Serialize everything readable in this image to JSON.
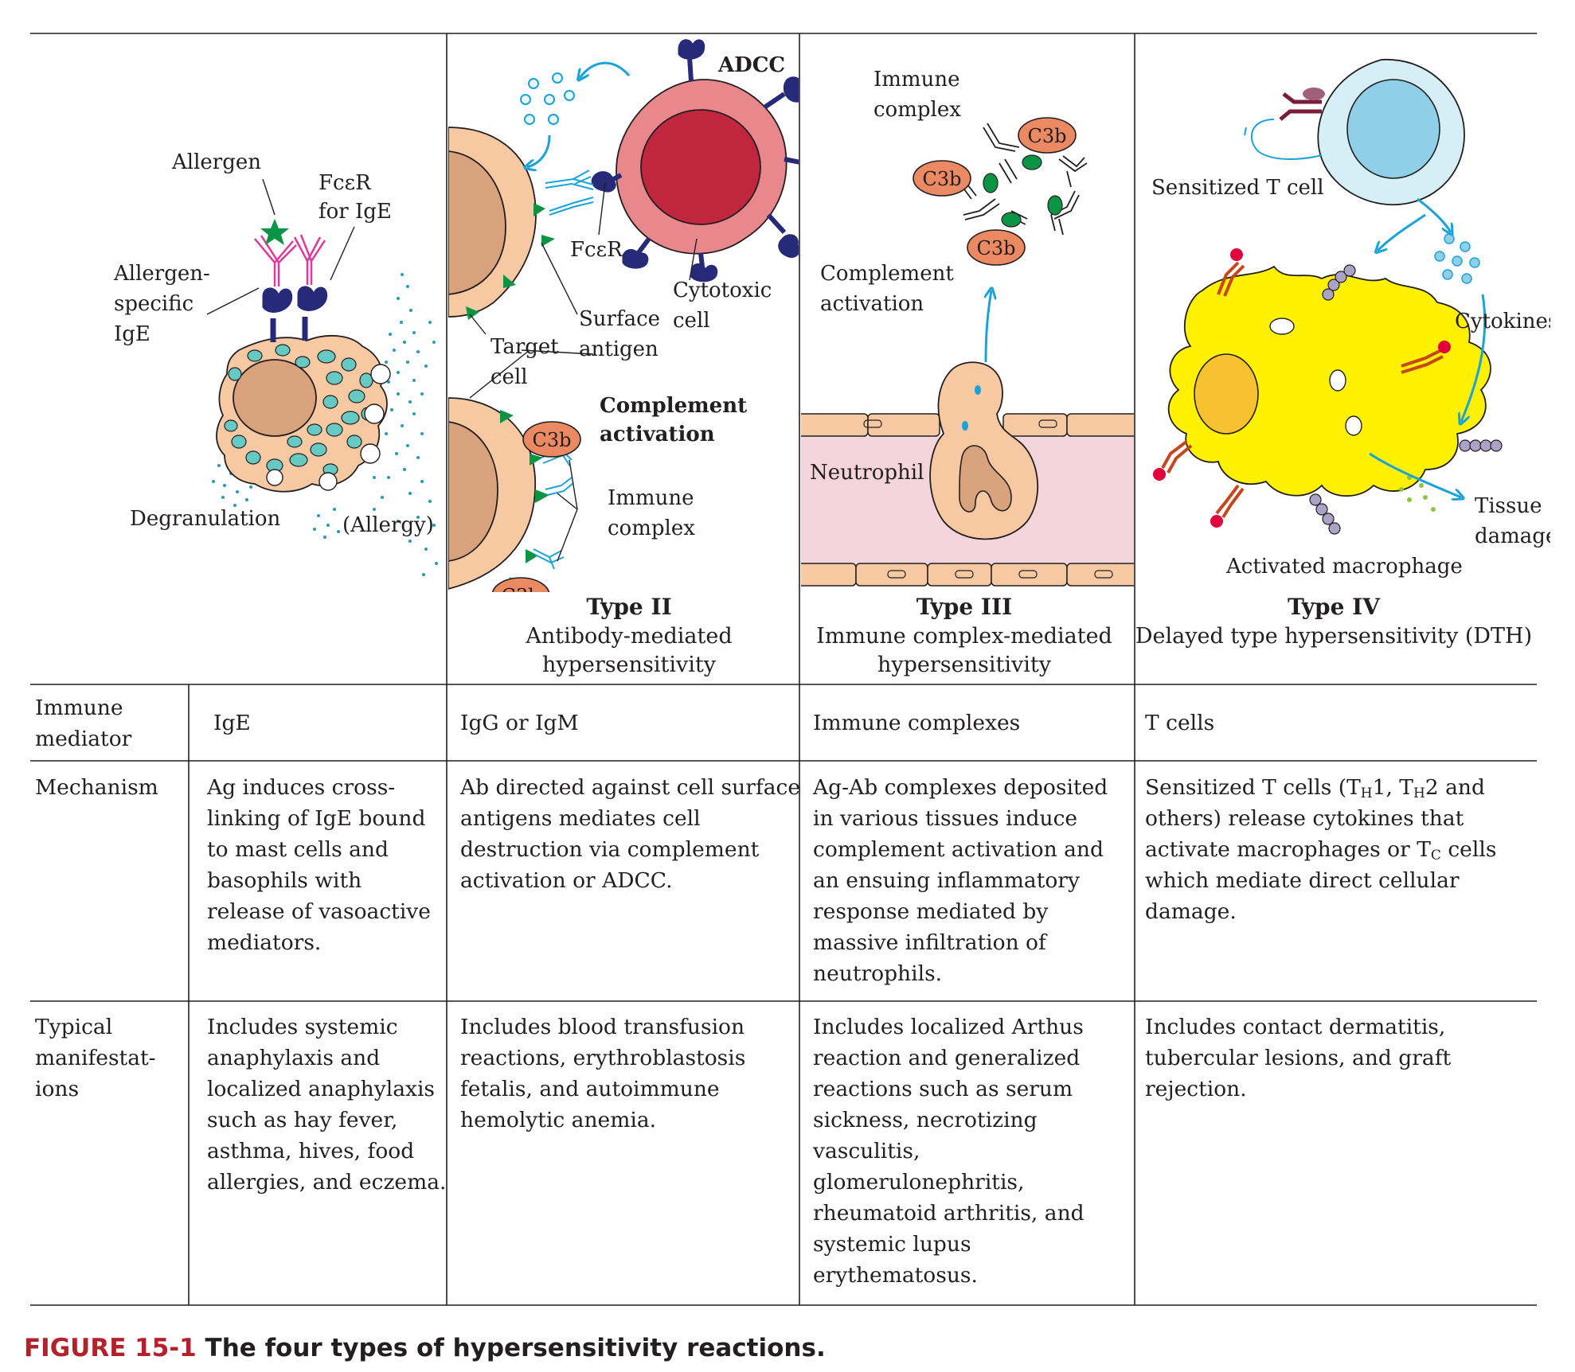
{
  "colors": {
    "line": "#231f20",
    "fig_red": "#b3222a",
    "antibody_blue": "#1aa3d9",
    "arrow_blue": "#1aa3d9",
    "receptor_navy": "#262a78",
    "allergen_green": "#0a9444",
    "allergen_pink": "#e0379a",
    "cell_tan": "#f6c9a2",
    "nucleus_tan": "#d8a27c",
    "granule_teal": "#66c9c3",
    "cytotoxic_pink": "#e8888c",
    "cytotoxic_nucleus": "#c0263e",
    "c3b_orange": "#eb8a62",
    "vessel_pink": "#f5d5dd",
    "tcell_blue": "#d6eef6",
    "tcell_nucleus": "#8fd0e8",
    "macrophage_yellow": "#fff100",
    "macrophage_nucleus": "#f7c12f"
  },
  "panels": {
    "type1": {
      "labels": {
        "allergen": "Allergen",
        "fcer_l1": "FcεR",
        "fcer_l2": "for IgE",
        "ige_l1": "Allergen-",
        "ige_l2": "specific",
        "ige_l3": "IgE",
        "degranulation": "Degranulation",
        "allergy": "(Allergy)"
      },
      "title": "Type I",
      "subtitle_l1": "Allergy and Atopy"
    },
    "type2": {
      "labels": {
        "adcc": "ADCC",
        "fcer": "FcεR",
        "cytotoxic_l1": "Cytotoxic",
        "cytotoxic_l2": "cell",
        "surface_l1": "Surface",
        "surface_l2": "antigen",
        "target_l1": "Target",
        "target_l2": "cell",
        "complement_l1": "Complement",
        "complement_l2": "activation",
        "immune_l1": "Immune",
        "immune_l2": "complex",
        "c3b": "C3b"
      },
      "title": "Type II",
      "subtitle_l1": "Antibody-mediated",
      "subtitle_l2": "hypersensitivity"
    },
    "type3": {
      "labels": {
        "immune_l1": "Immune",
        "immune_l2": "complex",
        "complement_l1": "Complement",
        "complement_l2": "activation",
        "neutrophil": "Neutrophil",
        "c3b": "C3b"
      },
      "title": "Type III",
      "subtitle_l1": "Immune complex-mediated",
      "subtitle_l2": "hypersensitivity"
    },
    "type4": {
      "labels": {
        "sensitized": "Sensitized T cell",
        "cytokines": "Cytokines",
        "tissue_l1": "Tissue",
        "tissue_l2": "damage",
        "macrophage": "Activated macrophage"
      },
      "title": "Type IV",
      "subtitle_l1": "Delayed type hypersensitivity (DTH)"
    }
  },
  "table": {
    "rows": [
      {
        "header": "Immune\nmediator",
        "cells": [
          "IgE",
          "IgG or IgM",
          "Immune complexes",
          "T cells"
        ]
      },
      {
        "header": "Mechanism",
        "cells": [
          "Ag induces cross-\nlinking of IgE bound\nto mast cells and\nbasophils with\nrelease of vasoactive\nmediators.",
          "Ab directed against cell surface\nantigens mediates cell\ndestruction via complement\nactivation or ADCC.",
          "Ag-Ab complexes deposited\nin various tissues induce\ncomplement activation and\nan ensuing inflammatory\nresponse mediated by\nmassive infiltration of\nneutrophils.",
          ""
        ],
        "type4_mechanism": {
          "l1_a": "Sensitized T cells (T",
          "l1_sub1": "H",
          "l1_b": "1, T",
          "l1_sub2": "H",
          "l1_c": "2 and",
          "l2": "others) release cytokines that",
          "l3_a": "activate macrophages or T",
          "l3_sub": "C",
          "l3_b": " cells",
          "l4": "which mediate direct cellular",
          "l5": "damage."
        }
      },
      {
        "header": "Typical\nmanifestat-\nions",
        "cells": [
          "Includes systemic\nanaphylaxis and\nlocalized anaphylaxis\nsuch as hay fever,\nasthma, hives, food\nallergies, and eczema.",
          "Includes blood transfusion\nreactions, erythroblastosis\nfetalis, and autoimmune\nhemolytic anemia.",
          "Includes localized Arthus\nreaction and generalized\nreactions such as serum\nsickness, necrotizing\nvasculitis,\nglomerulonephritis,\nrheumatoid arthritis, and\nsystemic lupus\nerythematosus.",
          "Includes contact dermatitis,\ntubercular lesions, and graft\nrejection."
        ]
      }
    ]
  },
  "caption": {
    "number": "FIGURE 15-1",
    "text": " The four types of hypersensitivity reactions."
  }
}
